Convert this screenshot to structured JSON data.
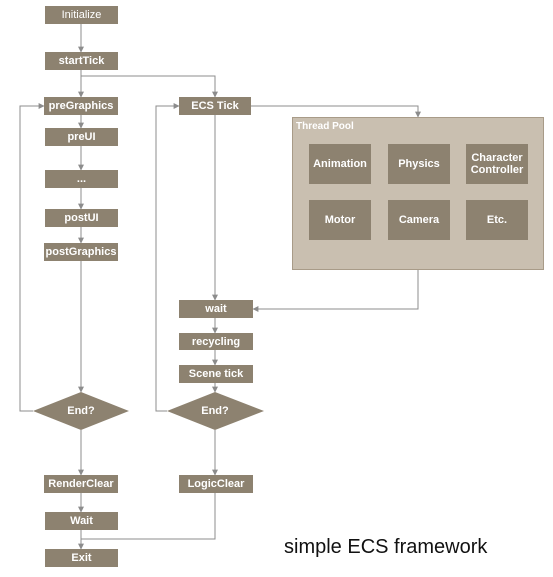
{
  "colors": {
    "node": "#8d8270",
    "pool_bg": "#c9bfb0",
    "line": "#8c8c8c",
    "text": "#ffffff",
    "caption": "#111111"
  },
  "render_loop": {
    "initialize": "Initialize",
    "start_tick": "startTick",
    "pre_graphics": "preGraphics",
    "pre_ui": "preUI",
    "ellipsis": "...",
    "post_ui": "postUI",
    "post_graphics": "postGraphics",
    "end_decision": "End?",
    "render_clear": "RenderClear",
    "wait": "Wait",
    "exit": "Exit"
  },
  "logic_loop": {
    "ecs_tick": "ECS Tick",
    "wait": "wait",
    "recycling": "recycling",
    "scene_tick": "Scene tick",
    "end_decision": "End?",
    "logic_clear": "LogicClear"
  },
  "thread_pool": {
    "title": "Thread Pool",
    "animation": "Animation",
    "physics": "Physics",
    "character_controller": "Character Controller",
    "motor": "Motor",
    "camera": "Camera",
    "etc": "Etc."
  },
  "caption": "simple ECS framework"
}
